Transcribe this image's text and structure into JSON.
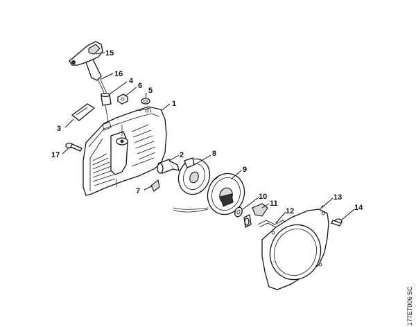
{
  "diagram": {
    "code": "177ET006 SC",
    "callouts": [
      {
        "id": "c1",
        "text": "1"
      },
      {
        "id": "c2",
        "text": "2"
      },
      {
        "id": "c3",
        "text": "3"
      },
      {
        "id": "c4",
        "text": "4"
      },
      {
        "id": "c5",
        "text": "5"
      },
      {
        "id": "c6",
        "text": "6"
      },
      {
        "id": "c7",
        "text": "7"
      },
      {
        "id": "c8",
        "text": "8"
      },
      {
        "id": "c9",
        "text": "9"
      },
      {
        "id": "c10",
        "text": "10"
      },
      {
        "id": "c11",
        "text": "11"
      },
      {
        "id": "c12",
        "text": "12"
      },
      {
        "id": "c13",
        "text": "13"
      },
      {
        "id": "c14",
        "text": "14"
      },
      {
        "id": "c15",
        "text": "15"
      },
      {
        "id": "c16",
        "text": "16"
      },
      {
        "id": "c17",
        "text": "17"
      }
    ]
  }
}
